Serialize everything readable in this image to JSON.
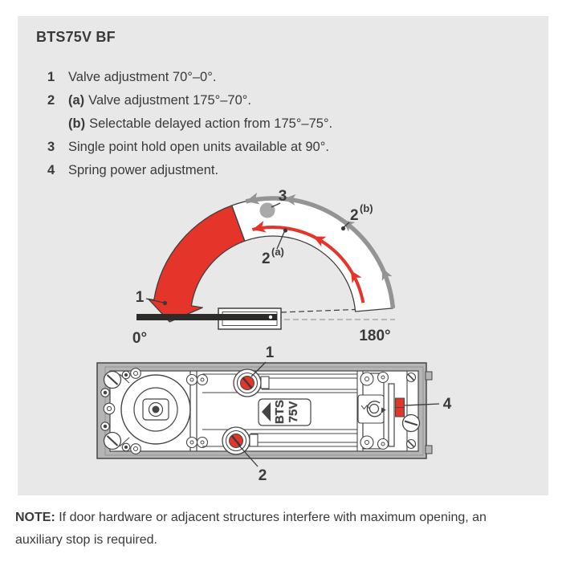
{
  "panel": {
    "title": "BTS75V BF",
    "list": [
      {
        "num": "1",
        "prefix": "",
        "text": "Valve adjustment 70°–0°."
      },
      {
        "num": "2",
        "prefix": "(a)",
        "text": "Valve adjustment 175°–70°."
      },
      {
        "num": "",
        "prefix": "(b)",
        "text": "Selectable delayed action from 175°–75°."
      },
      {
        "num": "3",
        "prefix": "",
        "text": "Single point hold open units available at 90°."
      },
      {
        "num": "4",
        "prefix": "",
        "text": "Spring power adjustment."
      }
    ]
  },
  "colors": {
    "red": "#e5352a",
    "gray": "#949494",
    "outline": "#3f3f3e"
  },
  "arc": {
    "callout_1": "1",
    "callout_2a": "2",
    "callout_2a_sup": "(a)",
    "callout_2b": "2",
    "callout_2b_sup": "(b)",
    "callout_3": "3",
    "angle_min": "0°",
    "angle_max": "180°"
  },
  "mechanism": {
    "callout_1": "1",
    "callout_2": "2",
    "callout_4": "4",
    "plate_text_top": "BTS",
    "plate_text_bottom": "75V"
  },
  "note": {
    "label": "NOTE:",
    "text": "If door hardware or adjacent structures interfere with maximum opening, an auxiliary stop is required."
  }
}
